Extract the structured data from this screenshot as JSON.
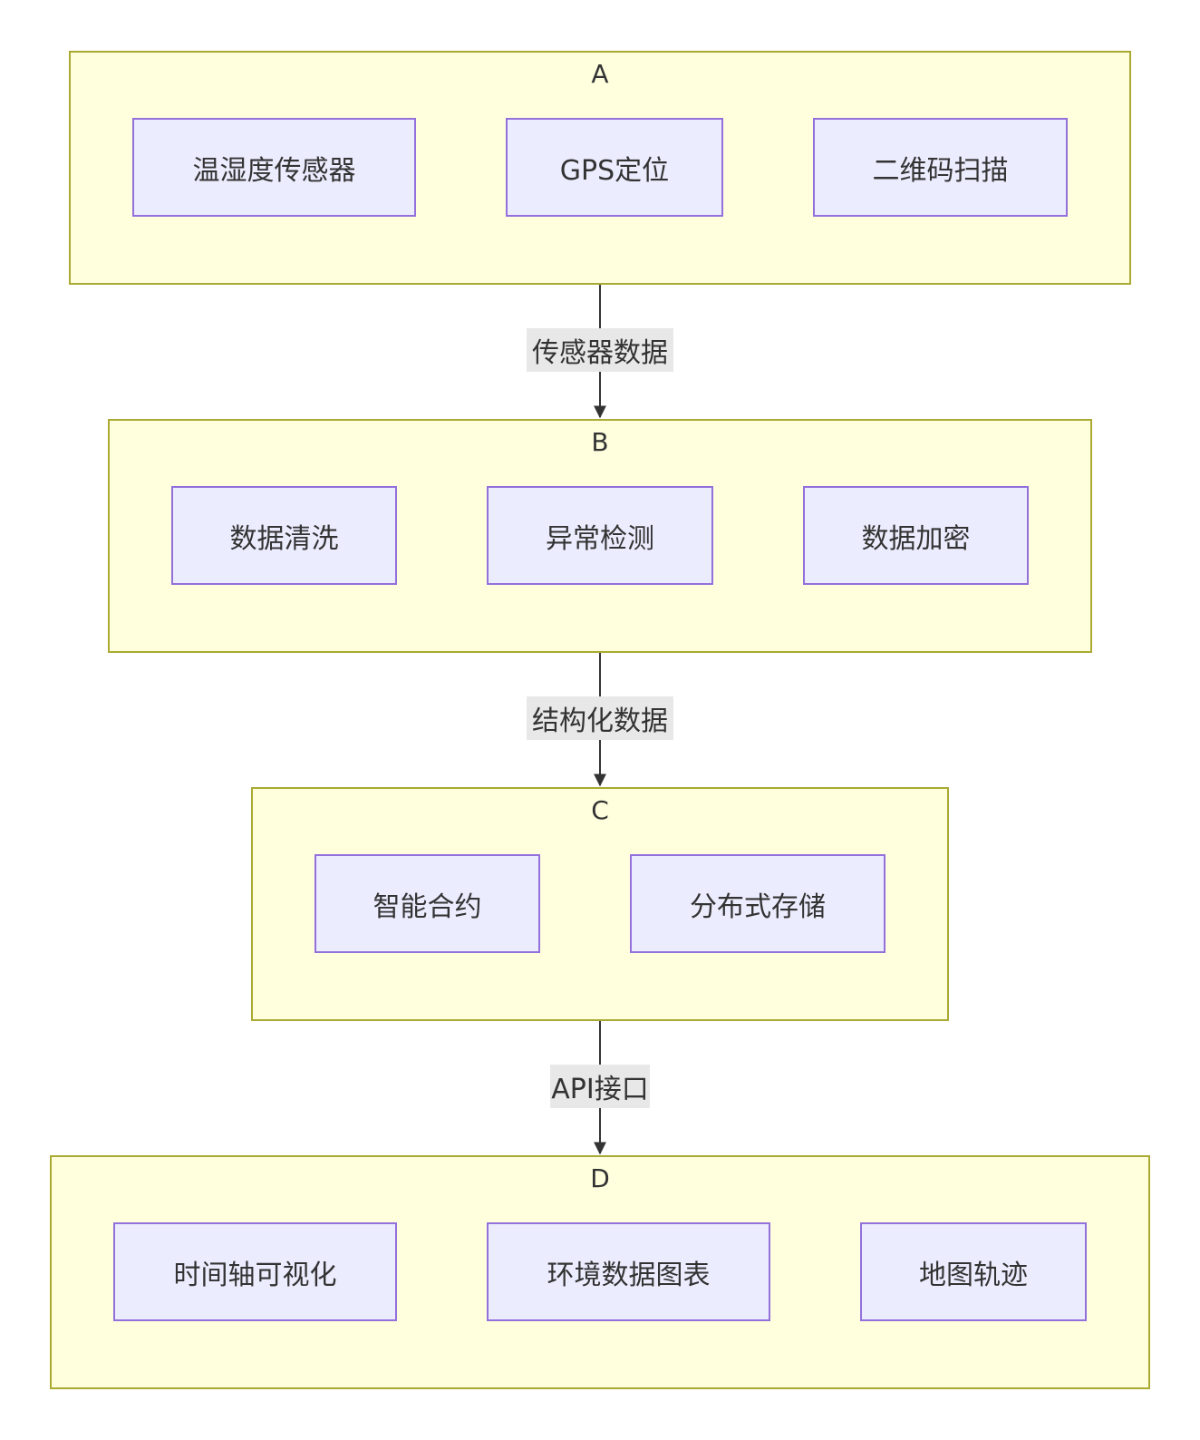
{
  "colors": {
    "cluster_fill": "#ffffde",
    "cluster_border": "#aaaa33",
    "node_fill": "#ececff",
    "node_border": "#9370db",
    "edge": "#333333",
    "edge_label_bg": "#e8e8e8"
  },
  "clusters": [
    {
      "title": "A",
      "nodes": [
        "温湿度传感器",
        "GPS定位",
        "二维码扫描"
      ]
    },
    {
      "title": "B",
      "nodes": [
        "数据清洗",
        "异常检测",
        "数据加密"
      ]
    },
    {
      "title": "C",
      "nodes": [
        "智能合约",
        "分布式存储"
      ]
    },
    {
      "title": "D",
      "nodes": [
        "时间轴可视化",
        "环境数据图表",
        "地图轨迹"
      ]
    }
  ],
  "edges": [
    {
      "from": "A",
      "to": "B",
      "label": "传感器数据"
    },
    {
      "from": "B",
      "to": "C",
      "label": "结构化数据"
    },
    {
      "from": "C",
      "to": "D",
      "label": "API接口"
    }
  ]
}
